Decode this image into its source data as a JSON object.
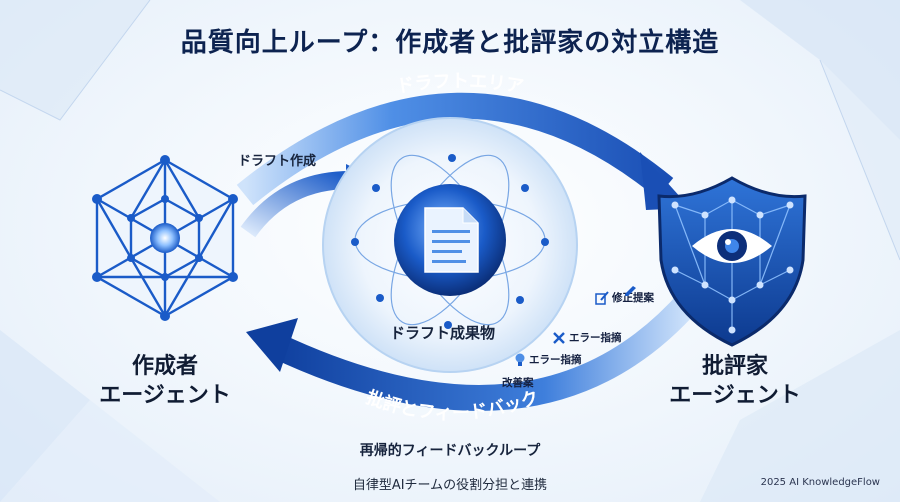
{
  "title": "品質向上ループ：作成者と批評家の対立構造",
  "top_arc_label": "ドラフトエリア",
  "bottom_arc_label": "批評とフィードバック",
  "draft_create_label": "ドラフト作成",
  "center_label": "ドラフト成果物",
  "creator": {
    "line1": "作成者",
    "line2": "エージェント"
  },
  "critic": {
    "line1": "批評家",
    "line2": "エージェント"
  },
  "feedback_items": [
    {
      "label": "修正提案",
      "icon": "edit-icon"
    },
    {
      "label": "エラー指摘",
      "icon": "cross-icon"
    },
    {
      "label": "エラー指摘",
      "icon": "lightbulb-icon"
    },
    {
      "label": "改善案",
      "icon": ""
    }
  ],
  "loop_label": "再帰的フィードバックループ",
  "footer_left": "自律型AIチームの役割分担と連携",
  "footer_right": "2025 AI KnowledgeFlow",
  "colors": {
    "primary": "#1a5bc8",
    "dark": "#0d2350",
    "light": "#8fc1ff"
  }
}
